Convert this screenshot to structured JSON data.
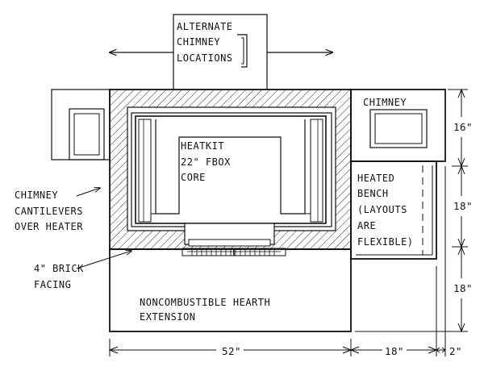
{
  "labels": {
    "alternate_chimney_line1": "ALTERNATE",
    "alternate_chimney_line2": "CHIMNEY",
    "alternate_chimney_line3": "LOCATIONS",
    "chimney": "CHIMNEY",
    "heatkit_line1": "HEATKIT",
    "heatkit_line2": "22\" FBOX",
    "heatkit_line3": "CORE",
    "bench_line1": "HEATED",
    "bench_line2": "BENCH",
    "bench_line3": "(LAYOUTS",
    "bench_line4": "ARE",
    "bench_line5": "FLEXIBLE)",
    "cantilever_line1": "CHIMNEY",
    "cantilever_line2": "CANTILEVERS",
    "cantilever_line3": "OVER HEATER",
    "brick_line1": "4\" BRICK",
    "brick_line2": "FACING",
    "hearth_line1": "NONCOMBUSTIBLE HEARTH",
    "hearth_line2": "EXTENSION"
  },
  "dimensions": {
    "width_main": "52\"",
    "width_bench": "18\"",
    "width_gap": "2\"",
    "height_chimney": "16\"",
    "height_bench": "18\"",
    "height_hearth": "18\""
  }
}
